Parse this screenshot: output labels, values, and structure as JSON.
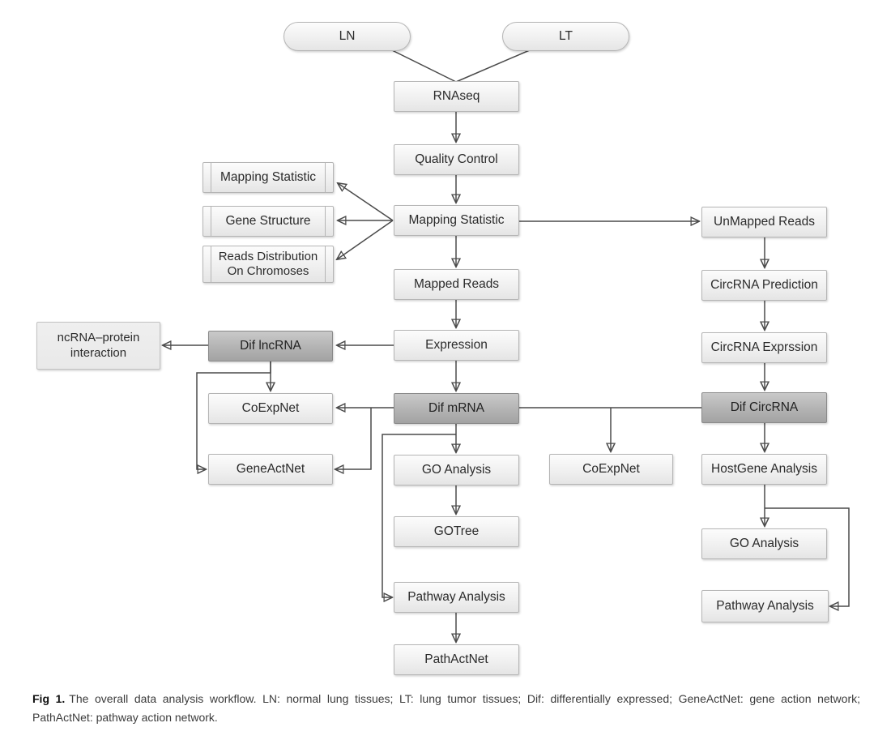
{
  "diagram": {
    "nodes": {
      "ln": "LN",
      "lt": "LT",
      "rnaseq": "RNAseq",
      "quality_control": "Quality Control",
      "mapping_statistic": "Mapping Statistic",
      "mapping_statistic_sub": "Mapping Statistic",
      "gene_structure": "Gene Structure",
      "reads_distribution": "Reads Distribution On Chromoses",
      "unmapped_reads": "UnMapped Reads",
      "mapped_reads": "Mapped Reads",
      "circrna_prediction": "CircRNA Prediction",
      "expression": "Expression",
      "circrna_exprssion": "CircRNA Exprssion",
      "ncrna_protein": "ncRNA–protein interaction",
      "dif_lncrna": "Dif lncRNA",
      "dif_mrna": "Dif mRNA",
      "dif_circrna": "Dif CircRNA",
      "coexpnet_left": "CoExpNet",
      "coexpnet_mid": "CoExpNet",
      "geneactnet": "GeneActNet",
      "go_analysis_mid": "GO Analysis",
      "hostgene_analysis": "HostGene Analysis",
      "gotree": "GOTree",
      "go_analysis_right": "GO Analysis",
      "pathway_analysis_mid": "Pathway Analysis",
      "pathway_analysis_right": "Pathway Analysis",
      "pathactnet": "PathActNet"
    },
    "caption": {
      "label": "Fig 1.",
      "text": "The overall data analysis workflow. LN: normal lung tissues; LT: lung tumor tissues; Dif: differentially expressed; GeneActNet: gene action network; PathActNet: pathway action network."
    },
    "colors": {
      "box_border": "#b5b5b5",
      "box_fill": "#eeeeee",
      "dark_box_fill": "#b3b3b3",
      "dark_box_border": "#8a8a8a",
      "line": "#4a4a4a"
    }
  }
}
